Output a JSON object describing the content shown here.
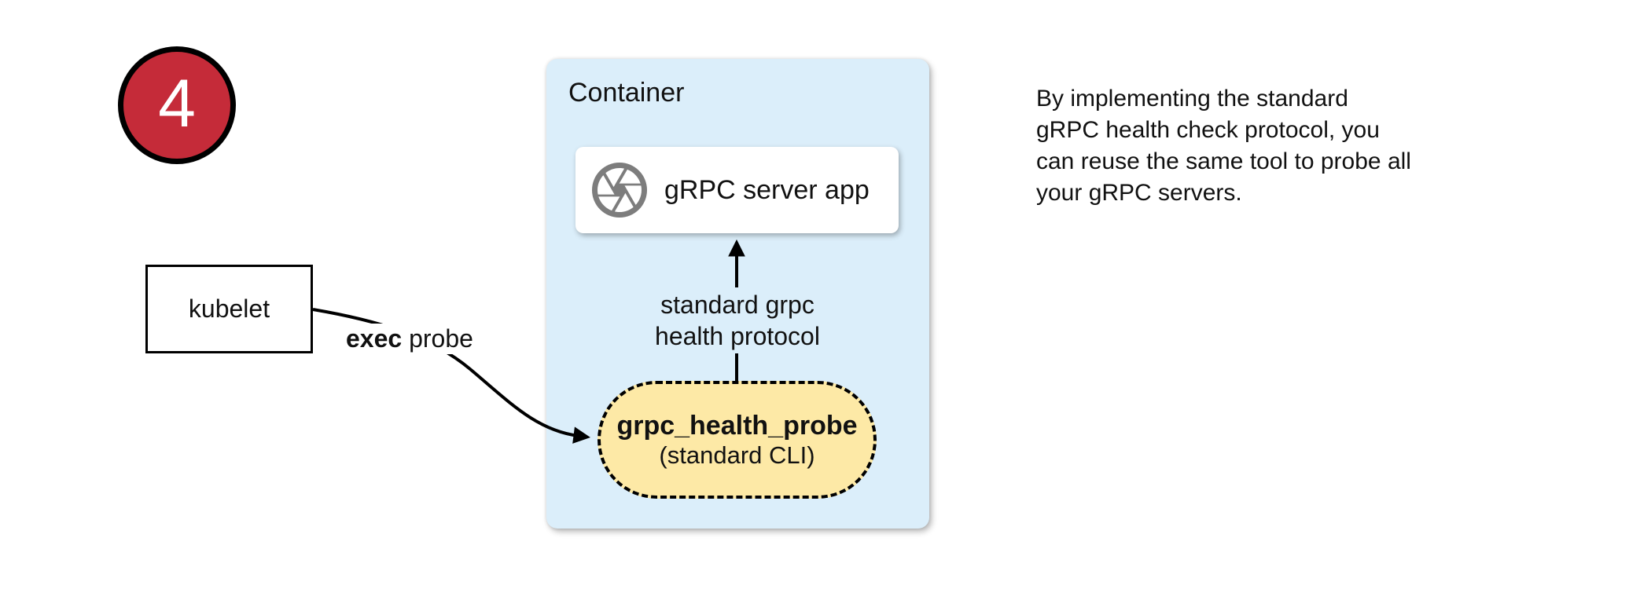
{
  "colors": {
    "badge_red": "#c52b39",
    "container_blue": "#dbeefa",
    "pill_yellow": "#fde9a6",
    "icon_gray": "#7d7d7d"
  },
  "badge": {
    "number": "4"
  },
  "kubelet": {
    "label": "kubelet"
  },
  "container": {
    "title": "Container"
  },
  "server_app": {
    "label": "gRPC server app",
    "icon": "aperture-icon"
  },
  "probe_pill": {
    "title": "grpc_health_probe",
    "subtitle": "(standard CLI)"
  },
  "arrows": {
    "exec_probe": {
      "bold": "exec",
      "rest": " probe"
    },
    "health_protocol": {
      "label": "standard grpc\nhealth protocol"
    }
  },
  "note": {
    "text": "By implementing the standard\ngRPC health check protocol, you\ncan reuse the same tool to probe all\nyour gRPC servers."
  }
}
